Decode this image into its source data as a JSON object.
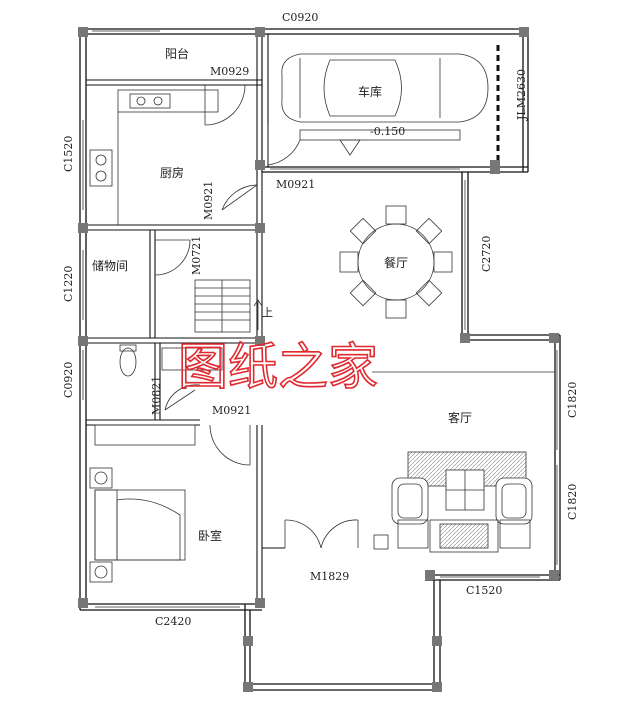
{
  "rooms": {
    "balcony": "阳台",
    "garage": "车库",
    "kitchen": "厨房",
    "dining": "餐厅",
    "storage": "储物间",
    "living": "客厅",
    "bedroom": "卧室"
  },
  "codes": {
    "window_top": "C0920",
    "door_balcony": "M0929",
    "garage_door": "JLM2630",
    "garage_level": "-0.150",
    "window_kitchen": "C1520",
    "door_garage_dining": "M0921",
    "door_kitchen": "M0921",
    "window_dining": "C2720",
    "door_storage": "M0721",
    "window_storage": "C1220",
    "stair_up": "上",
    "window_bath": "C0920",
    "door_bath": "M0821",
    "door_bedroom": "M0921",
    "window_living_1": "C1820",
    "window_living_2": "C1820",
    "door_entry": "M1829",
    "window_entry_right": "C1520",
    "window_bedroom": "C2420"
  },
  "watermark": "图纸之家",
  "colors": {
    "wall": "#111111",
    "line": "#333333",
    "column": "#777777",
    "watermark": "#e0282e"
  }
}
